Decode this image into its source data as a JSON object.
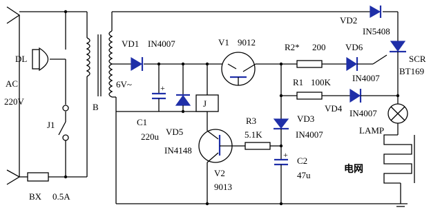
{
  "labels": {
    "ac": "AC",
    "voltage": "220V",
    "dl": "DL",
    "j1": "J1",
    "b": "B",
    "bx": "BX",
    "fuse_rating": "0.5A",
    "vd1": "VD1",
    "vd1_part": "IN4007",
    "secondary": "6V~",
    "c1": "C1",
    "c1_value": "220u",
    "vd5": "VD5",
    "vd5_part": "IN4148",
    "relay": "J",
    "v1": "V1",
    "v1_part": "9012",
    "v2": "V2",
    "v2_part": "9013",
    "r2": "R2*",
    "r2_value": "200",
    "r1": "R1",
    "r1_value": "100K",
    "r3": "R3",
    "r3_value": "5.1K",
    "vd3": "VD3",
    "vd3_part": "IN4007",
    "c2": "C2",
    "c2_value": "47u",
    "vd6": "VD6",
    "vd6_part": "IN4007",
    "vd4": "VD4",
    "vd4_part": "IN4007",
    "vd2": "VD2",
    "vd2_part": "IN5408",
    "scr": "SCR",
    "scr_part": "BT169",
    "lamp": "LAMP",
    "grid": "电网"
  },
  "colors": {
    "wire": "#000000",
    "component_accent": "#1f2fa8"
  }
}
